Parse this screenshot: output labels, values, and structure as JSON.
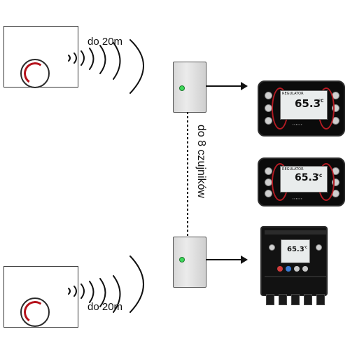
{
  "range_label_top": "do 20m",
  "range_label_bottom": "do 20m",
  "vertical_label": "do 8 czujników",
  "controllers": [
    {
      "screen_title": "REGULATOR",
      "screen_value": "65.3",
      "screen_unit": "°C"
    },
    {
      "screen_title": "REGULATOR",
      "screen_value": "65.3",
      "screen_unit": "°C"
    },
    {
      "screen_title": "",
      "screen_value": "65.3",
      "screen_unit": "°C"
    }
  ],
  "colors": {
    "dial_accent": "#b5121b",
    "led": "#3ed85a",
    "controller_body": "#0b0b0b"
  }
}
